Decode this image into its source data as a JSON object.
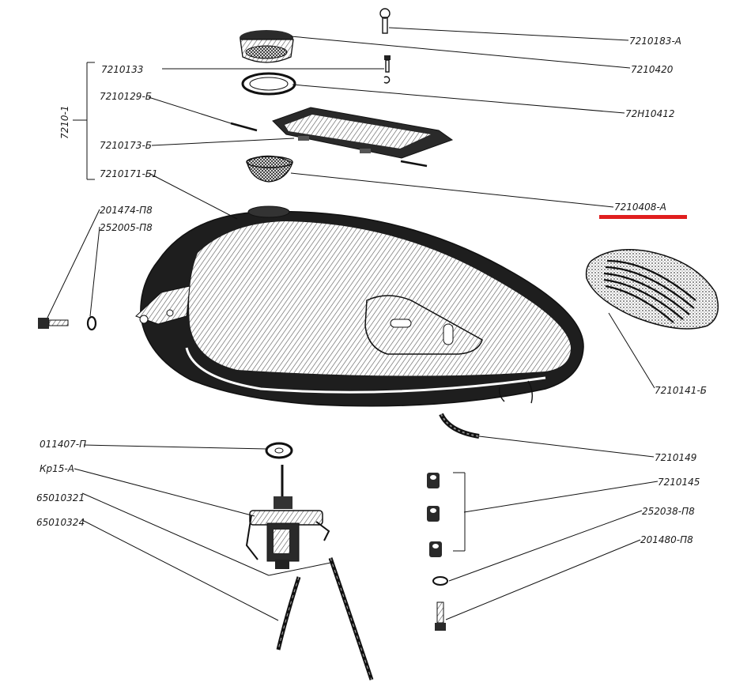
{
  "highlight_color": "#e01e1e",
  "group_label": "7210-1",
  "labels": {
    "p_7210183_A": "7210183-А",
    "p_7210420": "7210420",
    "p_7210133": "7210133",
    "p_72H10412": "72Н10412",
    "p_7210129_B": "7210129-Б",
    "p_7210173_B": "7210173-Б",
    "p_7210171_B1": "7210171-Б1",
    "p_7210408_A": "7210408-А",
    "p_201474_P8": "201474-П8",
    "p_252005_P8": "252005-П8",
    "p_7210141_B": "7210141-Б",
    "p_011407_P": "011407-П",
    "p_Kr15_A": "Кр15-А",
    "p_65010321": "65010321",
    "p_65010324": "65010324",
    "p_7210149": "7210149",
    "p_7210145": "7210145",
    "p_252038_P8": "252038-П8",
    "p_201480_P8": "201480-П8"
  },
  "icons": {
    "tank": "fuel-tank-illustration",
    "knee_pad": "knee-pad-illustration",
    "fuel_tap": "fuel-tap-illustration"
  }
}
